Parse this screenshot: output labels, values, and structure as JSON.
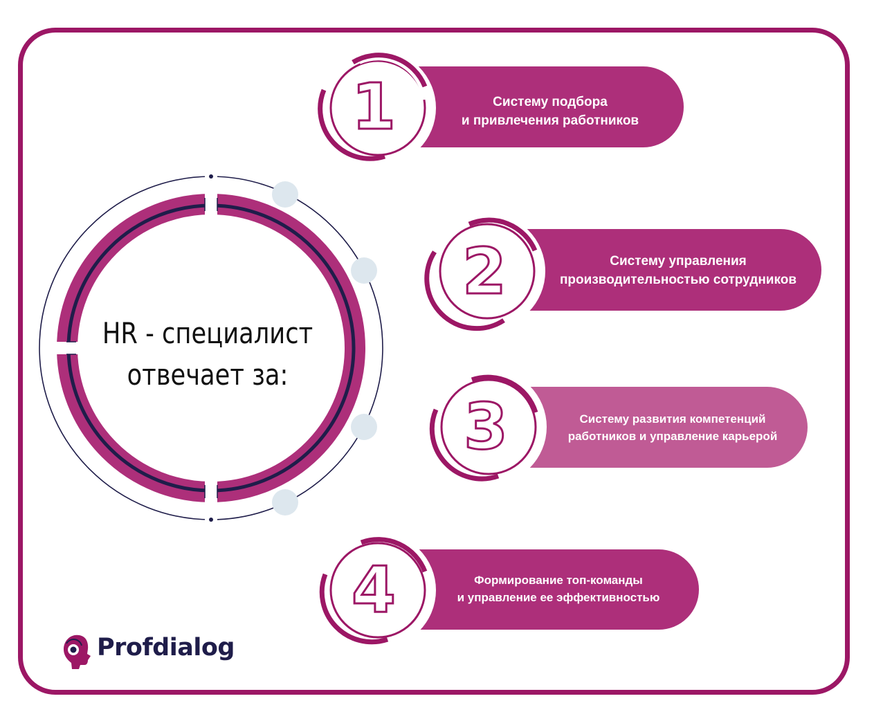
{
  "center": {
    "line1": "HR - специалист",
    "line2": "отвечает за:"
  },
  "items": [
    {
      "number": "1",
      "line1": "Систему подбора",
      "line2": "и привлечения работников"
    },
    {
      "number": "2",
      "line1": "Систему управления",
      "line2": "производительностью сотрудников"
    },
    {
      "number": "3",
      "line1": "Систему развития компетенций",
      "line2": "работников и управление карьерой"
    },
    {
      "number": "4",
      "line1": "Формирование топ-команды",
      "line2": "и управление ее эффективностью"
    }
  ],
  "logo": {
    "text": "Profdialog",
    "icon": "head-profile-icon"
  },
  "colors": {
    "frame": "#9c1765",
    "pill": "#ad2f7a",
    "pill_light": "#c05b95",
    "navy": "#1f1d4a",
    "dots": "#dde7ee"
  }
}
